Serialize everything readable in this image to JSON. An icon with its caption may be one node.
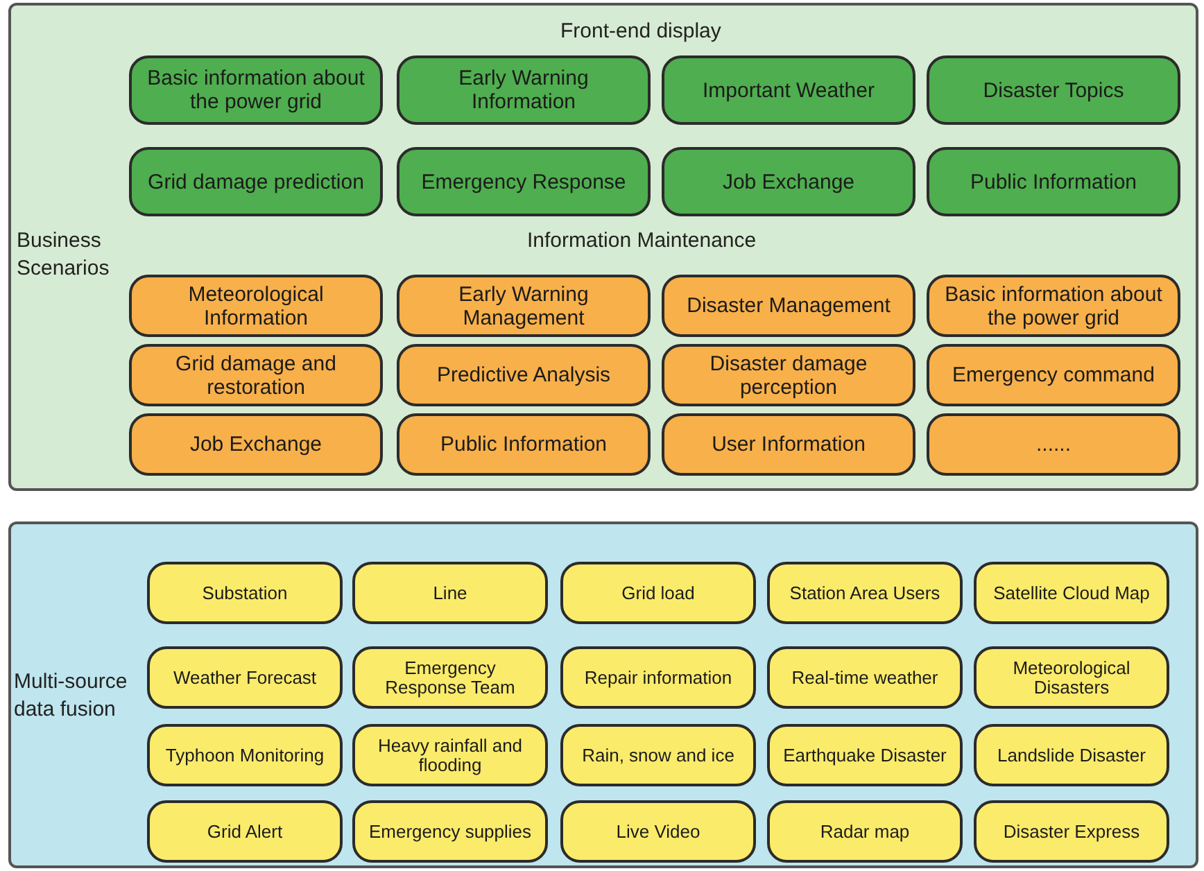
{
  "diagram": {
    "nodes": [
      {
        "text": [
          "Business Scenarios"
        ]
      },
      {
        "text": [
          "Basic information about the power grid"
        ],
        "in": 0
      },
      {
        "text": [
          "Early Warning Information"
        ],
        "in": 0
      },
      {
        "text": [
          "Important Weather"
        ],
        "in": 0
      },
      {
        "text": [
          "Disaster Topics"
        ],
        "in": 0
      },
      {
        "text": [
          "Grid damage prediction"
        ],
        "in": 0
      },
      {
        "text": [
          "Emergency Response"
        ],
        "in": 0
      },
      {
        "text": [
          "Job Exchange"
        ],
        "in": 0
      },
      {
        "text": [
          "Public Information"
        ],
        "in": 0
      },
      {
        "text": [
          "Meteorological Information"
        ],
        "in": 0
      },
      {
        "text": [
          "Early Warning Management"
        ],
        "in": 0
      },
      {
        "text": [
          "Disaster Management"
        ],
        "in": 0
      },
      {
        "text": [
          "Basic information about the power grid"
        ],
        "in": 0
      },
      {
        "text": [
          "Grid damage and restoration"
        ],
        "in": 0
      },
      {
        "text": [
          "Predictive Analysis"
        ],
        "in": 0
      },
      {
        "text": [
          "Disaster damage perception"
        ],
        "in": 0
      },
      {
        "text": [
          "Emergency command"
        ],
        "in": 0
      },
      {
        "text": [
          "Job Exchange"
        ],
        "in": 0
      },
      {
        "text": [
          "Public Information"
        ],
        "in": 0
      },
      {
        "text": [
          "User Information"
        ],
        "in": 0
      },
      {
        "text": [
          "......"
        ],
        "in": 0
      },
      {
        "text": [
          "Multi-source data fusion"
        ]
      },
      {
        "text": [
          "Substation"
        ],
        "in": 21
      },
      {
        "text": [
          "Line"
        ],
        "in": 21
      },
      {
        "text": [
          "Grid load"
        ],
        "in": 21
      },
      {
        "text": [
          "Station Area Users"
        ],
        "in": 21
      },
      {
        "text": [
          "Satellite Cloud Map"
        ],
        "in": 21
      },
      {
        "text": [
          "Weather Forecast"
        ],
        "in": 21
      },
      {
        "text": [
          "Emergency Response Team"
        ],
        "in": 21
      },
      {
        "text": [
          "Repair information"
        ],
        "in": 21
      },
      {
        "text": [
          "Real-time weather"
        ],
        "in": 21
      },
      {
        "text": [
          "Meteorological Disasters"
        ],
        "in": 21
      },
      {
        "text": [
          "Typhoon Monitoring"
        ],
        "in": 21
      },
      {
        "text": [
          "Heavy rainfall and flooding"
        ],
        "in": 21
      },
      {
        "text": [
          "Rain, snow and ice"
        ],
        "in": 21
      },
      {
        "text": [
          "Earthquake Disaster"
        ],
        "in": 21
      },
      {
        "text": [
          "Landslide Disaster"
        ],
        "in": 21
      },
      {
        "text": [
          "Grid Alert"
        ],
        "in": 21
      },
      {
        "text": [
          "Emergency supplies"
        ],
        "in": 21
      },
      {
        "text": [
          "Live Video"
        ],
        "in": 21
      },
      {
        "text": [
          "Radar map"
        ],
        "in": 21
      },
      {
        "text": [
          "Disaster Express"
        ],
        "in": 21
      }
    ],
    "edges": [],
    "labels": [
      "Front-end display",
      "Information Maintenance"
    ]
  }
}
